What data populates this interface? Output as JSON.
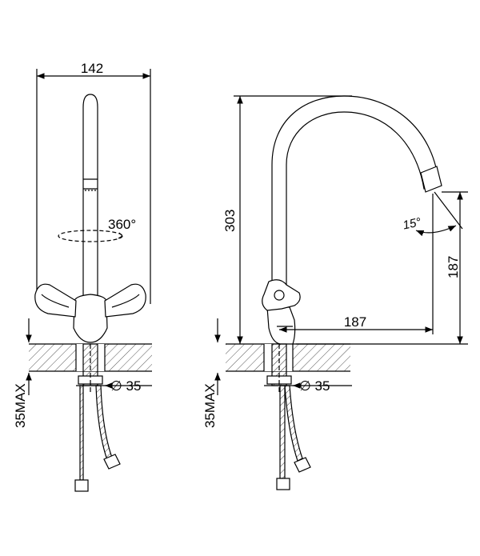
{
  "front_view": {
    "width_label": "142",
    "rotation_label": "360°",
    "hole_diameter_label": "∅ 35",
    "max_thickness_label": "35MAX"
  },
  "side_view": {
    "height_label": "303",
    "spout_angle_label": "15°",
    "spout_height_label": "187",
    "spout_reach_label": "187",
    "hole_diameter_label": "∅ 35",
    "max_thickness_label": "35MAX"
  },
  "colors": {
    "line": "#000000",
    "hatch": "#555555",
    "background": "#ffffff"
  }
}
